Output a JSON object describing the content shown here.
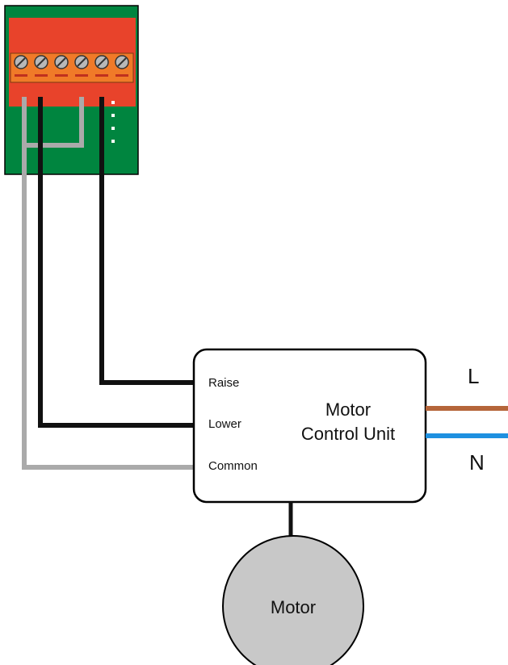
{
  "module": {
    "terminal_count": 6,
    "colors": {
      "board": "#00853f",
      "housing": "#e8432b",
      "terminal_strip": "#f07a28",
      "screw": "#b8b8b8"
    }
  },
  "control_unit": {
    "title_line1": "Motor",
    "title_line2": "Control Unit",
    "pins": {
      "raise": "Raise",
      "lower": "Lower",
      "common": "Common"
    }
  },
  "supply": {
    "live_label": "L",
    "neutral_label": "N",
    "live_color": "#b5653a",
    "neutral_color": "#1e90e0"
  },
  "motor": {
    "label": "Motor",
    "fill": "#c8c8c8"
  },
  "wires": {
    "raise_color": "#111111",
    "lower_color": "#111111",
    "common_color": "#aaaaaa",
    "motor_link_color": "#111111"
  }
}
